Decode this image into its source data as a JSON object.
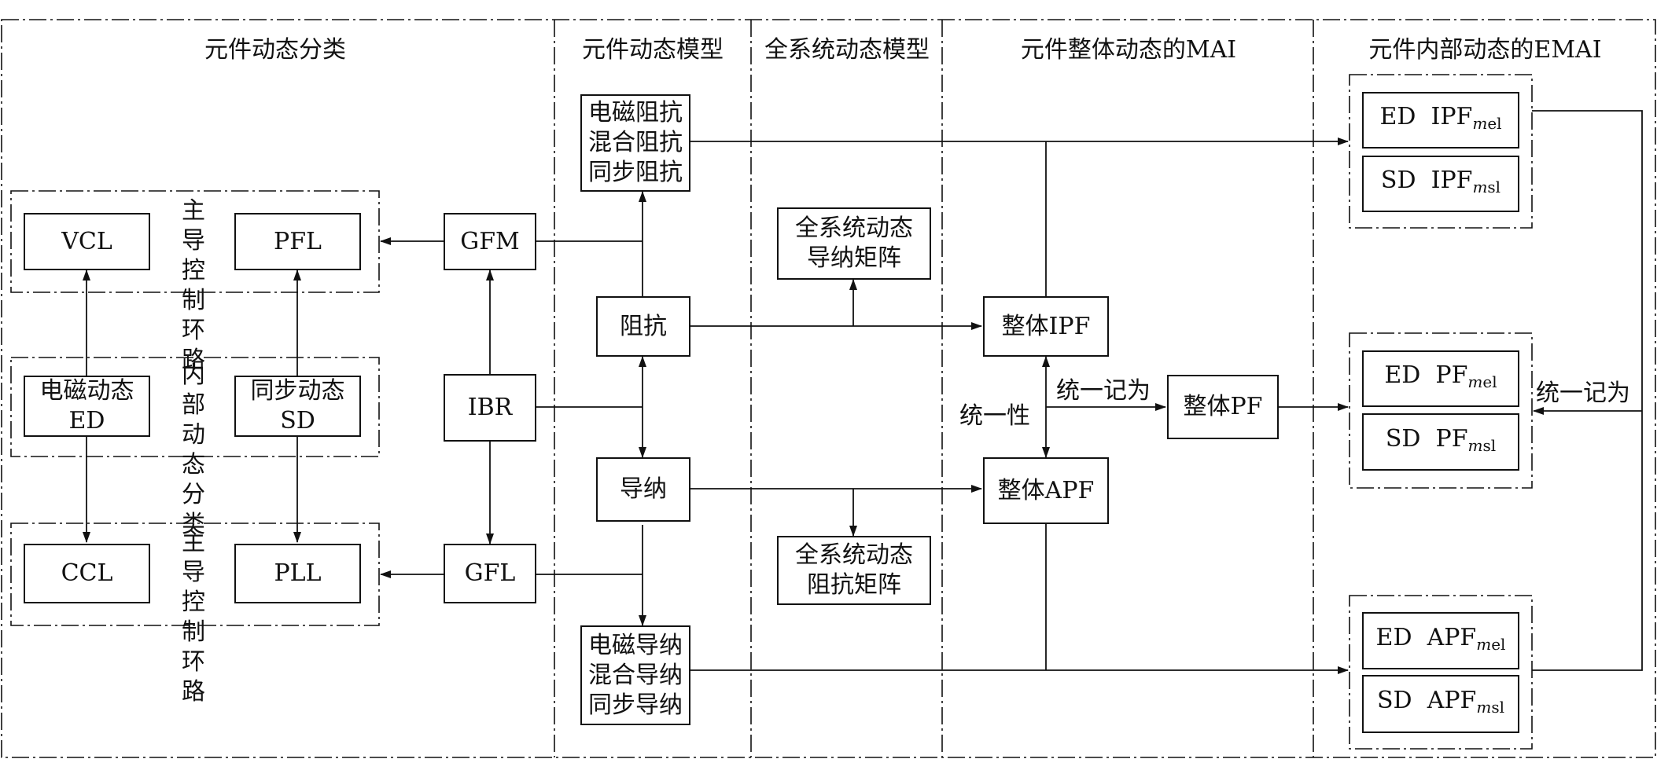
{
  "columns": {
    "classify": "元件动态分类",
    "model": "元件动态模型",
    "system": "全系统动态模型",
    "mai": "元件整体动态的MAI",
    "emai": "元件内部动态的EMAI"
  },
  "group_labels": {
    "top": [
      "主导",
      "控制",
      "环路"
    ],
    "mid": [
      "内部",
      "动态",
      "分类"
    ],
    "bottom": [
      "主导",
      "控制",
      "环路"
    ]
  },
  "boxes": {
    "vcl": "VCL",
    "pfl": "PFL",
    "ed": [
      "电磁动态",
      "ED"
    ],
    "sd": [
      "同步动态",
      "SD"
    ],
    "ccl": "CCL",
    "pll": "PLL",
    "gfm": "GFM",
    "ibr": "IBR",
    "gfl": "GFL",
    "imp_types": [
      "电磁阻抗",
      "混合阻抗",
      "同步阻抗"
    ],
    "impedance": "阻抗",
    "admittance": "导纳",
    "adm_types": [
      "电磁导纳",
      "混合导纳",
      "同步导纳"
    ],
    "sys_adm": [
      "全系统动态",
      "导纳矩阵"
    ],
    "sys_imp": [
      "全系统动态",
      "阻抗矩阵"
    ],
    "ipf": "整体IPF",
    "apf": "整体APF",
    "pf": "整体PF"
  },
  "emai": {
    "ipf_ed": {
      "pre": "ED",
      "main": "IPF",
      "sub_m": "m",
      "sub_r": "el"
    },
    "ipf_sd": {
      "pre": "SD",
      "main": "IPF",
      "sub_m": "m",
      "sub_r": "sl"
    },
    "pf_ed": {
      "pre": "ED",
      "main": "PF",
      "sub_m": "m",
      "sub_r": "el"
    },
    "pf_sd": {
      "pre": "SD",
      "main": "PF",
      "sub_m": "m",
      "sub_r": "sl"
    },
    "apf_ed": {
      "pre": "ED",
      "main": "APF",
      "sub_m": "m",
      "sub_r": "el"
    },
    "apf_sd": {
      "pre": "SD",
      "main": "APF",
      "sub_m": "m",
      "sub_r": "sl"
    }
  },
  "labels": {
    "unified_record": "统一记为",
    "unity": "统一性",
    "unified_record_right": "统一记为"
  }
}
